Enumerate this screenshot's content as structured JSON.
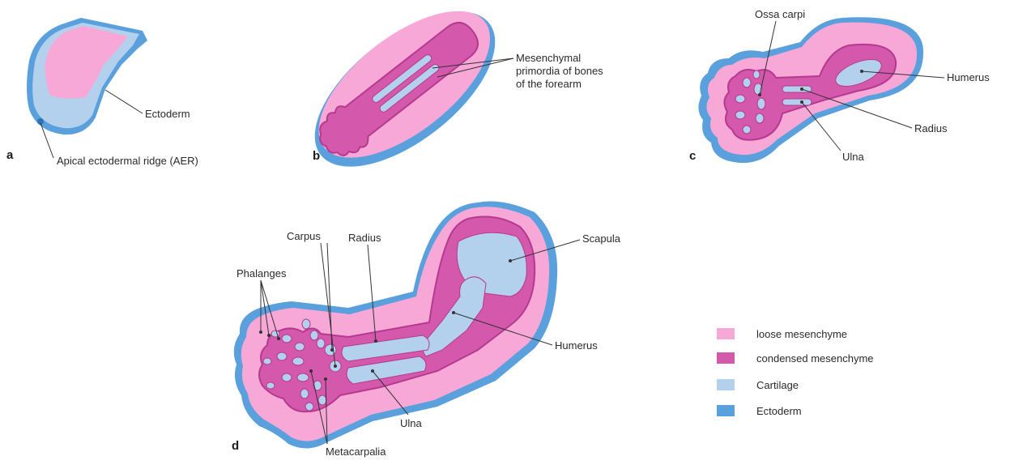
{
  "colors": {
    "loose": "#f7a8d6",
    "condensed": "#d458ac",
    "cartilage": "#b3d1ec",
    "ectoderm": "#5aa0dc",
    "condensed_edge": "#b53a8f"
  },
  "panels": {
    "a": {
      "letter": "a",
      "ectoderm_label": "Ectoderm",
      "aer_label": "Apical ectodermal ridge (AER)"
    },
    "b": {
      "letter": "b",
      "label_line1": "Mesenchymal",
      "label_line2": "primordia of bones",
      "label_line3": "of the forearm"
    },
    "c": {
      "letter": "c",
      "ossa_carpi": "Ossa carpi",
      "humerus": "Humerus",
      "radius": "Radius",
      "ulna": "Ulna"
    },
    "d": {
      "letter": "d",
      "carpus": "Carpus",
      "radius": "Radius",
      "scapula": "Scapula",
      "phalanges": "Phalanges",
      "humerus": "Humerus",
      "ulna": "Ulna",
      "metacarpalia": "Metacarpalia"
    }
  },
  "legend": [
    {
      "label": "loose mesenchyme",
      "color": "#f7a8d6"
    },
    {
      "label": "condensed mesenchyme",
      "color": "#d458ac"
    },
    {
      "label": "Cartilage",
      "color": "#b3d1ec"
    },
    {
      "label": "Ectoderm",
      "color": "#5aa0dc"
    }
  ]
}
